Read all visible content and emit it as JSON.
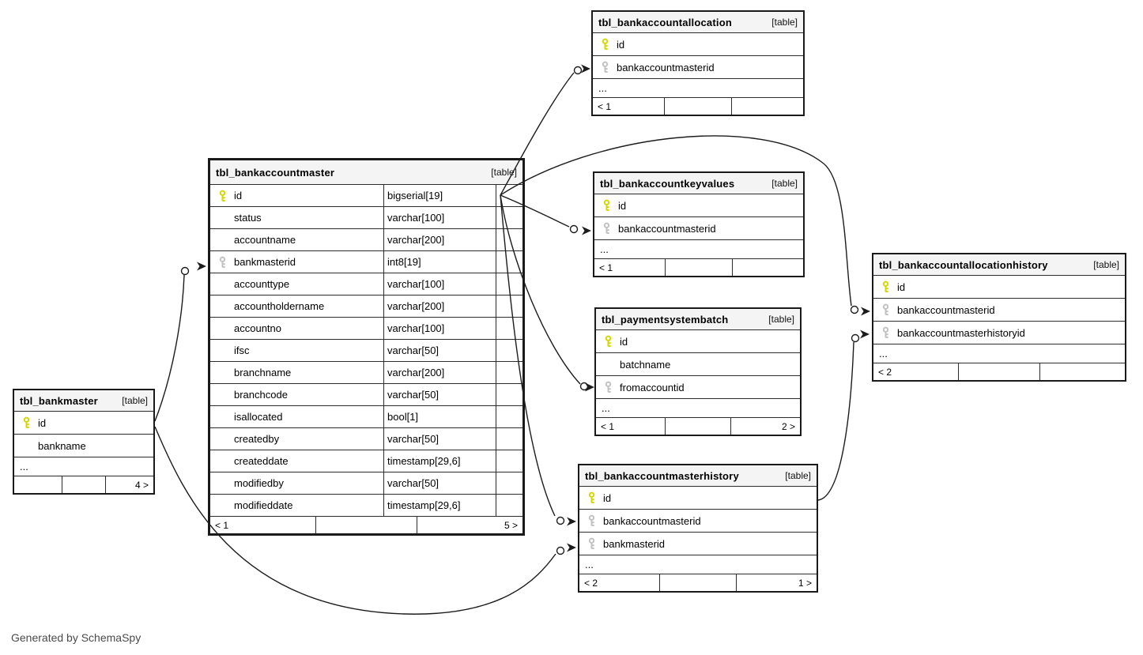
{
  "footer_note": "Generated by SchemaSpy",
  "colors": {
    "primary_key": "#d6d600",
    "foreign_key": "#c2c2c2",
    "header_bg": "#f4f4f4",
    "border": "#1a1a1a"
  },
  "tables": [
    {
      "name": "tbl_bankaccountallocation",
      "tag": "[table]",
      "columns": [
        {
          "name": "id",
          "key": "pk"
        },
        {
          "name": "bankaccountmasterid",
          "key": "fk"
        }
      ],
      "dots": "...",
      "footer_left": "< 1",
      "footer_right": ""
    },
    {
      "name": "tbl_bankaccountmaster",
      "tag": "[table]",
      "columns": [
        {
          "name": "id",
          "key": "pk",
          "type": "bigserial[19]"
        },
        {
          "name": "status",
          "key": "",
          "type": "varchar[100]"
        },
        {
          "name": "accountname",
          "key": "",
          "type": "varchar[200]"
        },
        {
          "name": "bankmasterid",
          "key": "fk",
          "type": "int8[19]"
        },
        {
          "name": "accounttype",
          "key": "",
          "type": "varchar[100]"
        },
        {
          "name": "accountholdername",
          "key": "",
          "type": "varchar[200]"
        },
        {
          "name": "accountno",
          "key": "",
          "type": "varchar[100]"
        },
        {
          "name": "ifsc",
          "key": "",
          "type": "varchar[50]"
        },
        {
          "name": "branchname",
          "key": "",
          "type": "varchar[200]"
        },
        {
          "name": "branchcode",
          "key": "",
          "type": "varchar[50]"
        },
        {
          "name": "isallocated",
          "key": "",
          "type": "bool[1]"
        },
        {
          "name": "createdby",
          "key": "",
          "type": "varchar[50]"
        },
        {
          "name": "createddate",
          "key": "",
          "type": "timestamp[29,6]"
        },
        {
          "name": "modifiedby",
          "key": "",
          "type": "varchar[50]"
        },
        {
          "name": "modifieddate",
          "key": "",
          "type": "timestamp[29,6]"
        }
      ],
      "dots": "",
      "footer_left": "< 1",
      "footer_right": "5 >"
    },
    {
      "name": "tbl_bankaccountkeyvalues",
      "tag": "[table]",
      "columns": [
        {
          "name": "id",
          "key": "pk"
        },
        {
          "name": "bankaccountmasterid",
          "key": "fk"
        }
      ],
      "dots": "...",
      "footer_left": "< 1",
      "footer_right": ""
    },
    {
      "name": "tbl_paymentsystembatch",
      "tag": "[table]",
      "columns": [
        {
          "name": "id",
          "key": "pk"
        },
        {
          "name": "batchname",
          "key": ""
        },
        {
          "name": "fromaccountid",
          "key": "fk"
        }
      ],
      "dots": "...",
      "footer_left": "< 1",
      "footer_right": "2 >"
    },
    {
      "name": "tbl_bankaccountallocationhistory",
      "tag": "[table]",
      "columns": [
        {
          "name": "id",
          "key": "pk"
        },
        {
          "name": "bankaccountmasterid",
          "key": "fk"
        },
        {
          "name": "bankaccountmasterhistoryid",
          "key": "fk"
        }
      ],
      "dots": "...",
      "footer_left": "< 2",
      "footer_right": ""
    },
    {
      "name": "tbl_bankaccountmasterhistory",
      "tag": "[table]",
      "columns": [
        {
          "name": "id",
          "key": "pk"
        },
        {
          "name": "bankaccountmasterid",
          "key": "fk"
        },
        {
          "name": "bankmasterid",
          "key": "fk"
        }
      ],
      "dots": "...",
      "footer_left": "< 2",
      "footer_right": "1 >"
    },
    {
      "name": "tbl_bankmaster",
      "tag": "[table]",
      "columns": [
        {
          "name": "id",
          "key": "pk"
        },
        {
          "name": "bankname",
          "key": ""
        }
      ],
      "dots": "...",
      "footer_left": "",
      "footer_right": "4 >"
    }
  ]
}
